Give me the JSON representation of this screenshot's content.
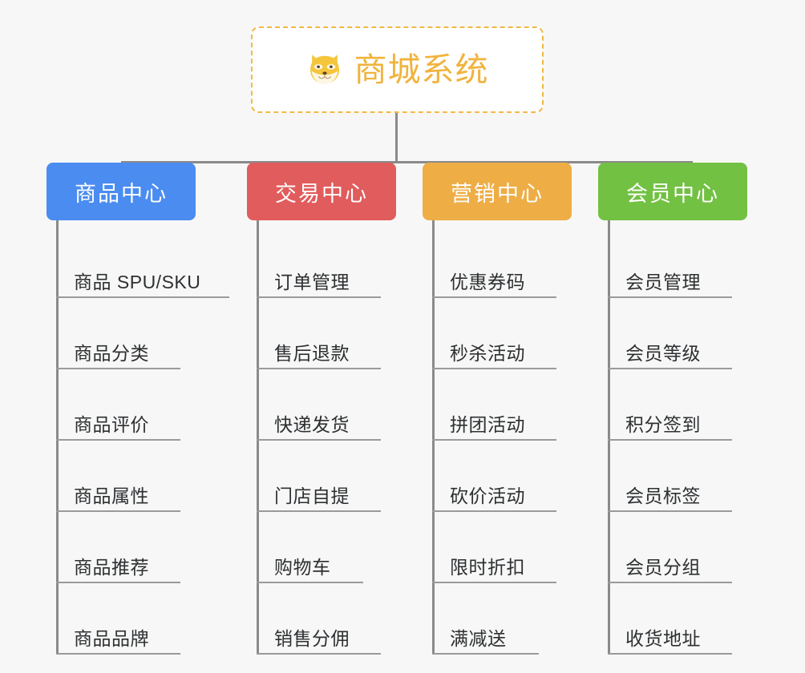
{
  "diagram": {
    "type": "mindmap",
    "background_color": "#f7f7f7",
    "root": {
      "title": "商城系统",
      "icon": "shiba-dog-icon",
      "border_color": "#f3b845",
      "text_color": "#f0b33d"
    },
    "branches": [
      {
        "label": "商品中心",
        "color": "#4a8cf0",
        "items": [
          "商品 SPU/SKU",
          "商品分类",
          "商品评价",
          "商品属性",
          "商品推荐",
          "商品品牌"
        ]
      },
      {
        "label": "交易中心",
        "color": "#e15c5c",
        "items": [
          "订单管理",
          "售后退款",
          "快递发货",
          "门店自提",
          "购物车",
          "销售分佣"
        ]
      },
      {
        "label": "营销中心",
        "color": "#eead45",
        "items": [
          "优惠券码",
          "秒杀活动",
          "拼团活动",
          "砍价活动",
          "限时折扣",
          "满减送"
        ]
      },
      {
        "label": "会员中心",
        "color": "#72c143",
        "items": [
          "会员管理",
          "会员等级",
          "积分签到",
          "会员标签",
          "会员分组",
          "收货地址"
        ]
      }
    ]
  }
}
